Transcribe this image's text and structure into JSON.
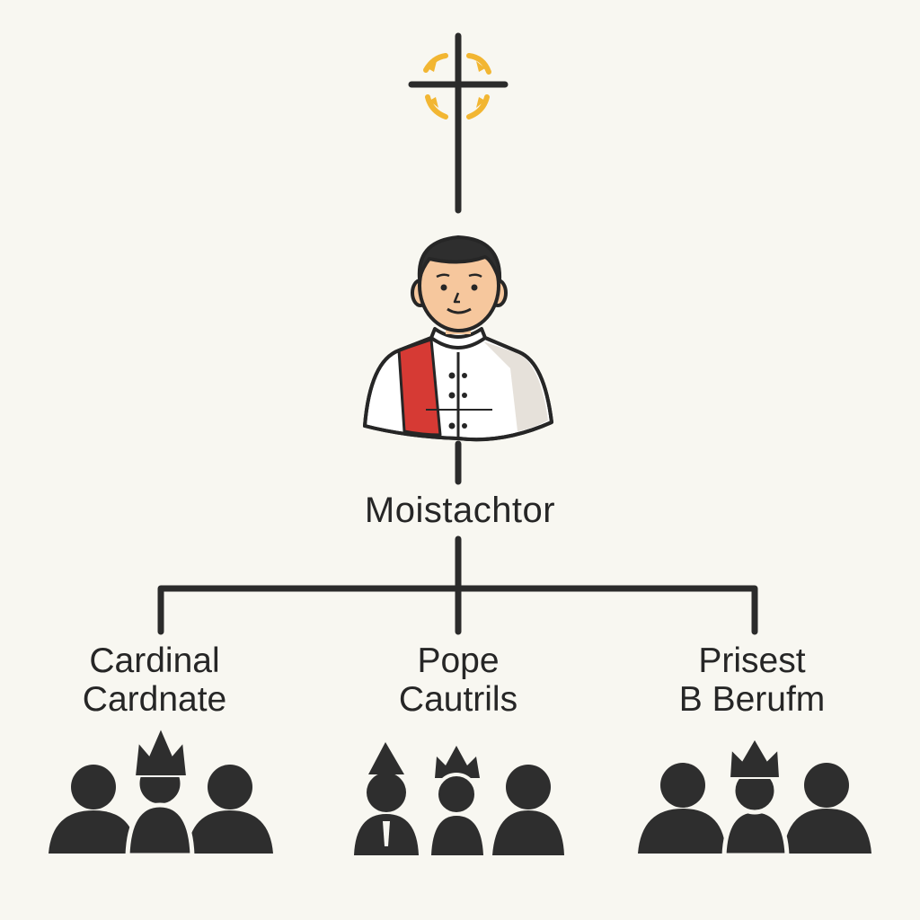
{
  "diagram": {
    "top_icon": "cross-with-halo-icon",
    "center_icon": "clergyman-avatar-icon",
    "center_label": "Moistachtor",
    "groups": [
      {
        "line1": "Cardinal",
        "line2": "Cardnate",
        "icon": "people-group-crown-icon"
      },
      {
        "line1": "Pope",
        "line2": "Cautrils",
        "icon": "people-group-mitre-crown-icon"
      },
      {
        "line1": "Prisest",
        "line2": "B Berufm",
        "icon": "people-group-crown-icon"
      }
    ]
  },
  "colors": {
    "background": "#f8f7f1",
    "line": "#2b2b2b",
    "halo": "#f2b632",
    "skin": "#f6c79d",
    "sash": "#d63a34",
    "vestment": "#ffffff",
    "figure": "#2e2e2e"
  }
}
